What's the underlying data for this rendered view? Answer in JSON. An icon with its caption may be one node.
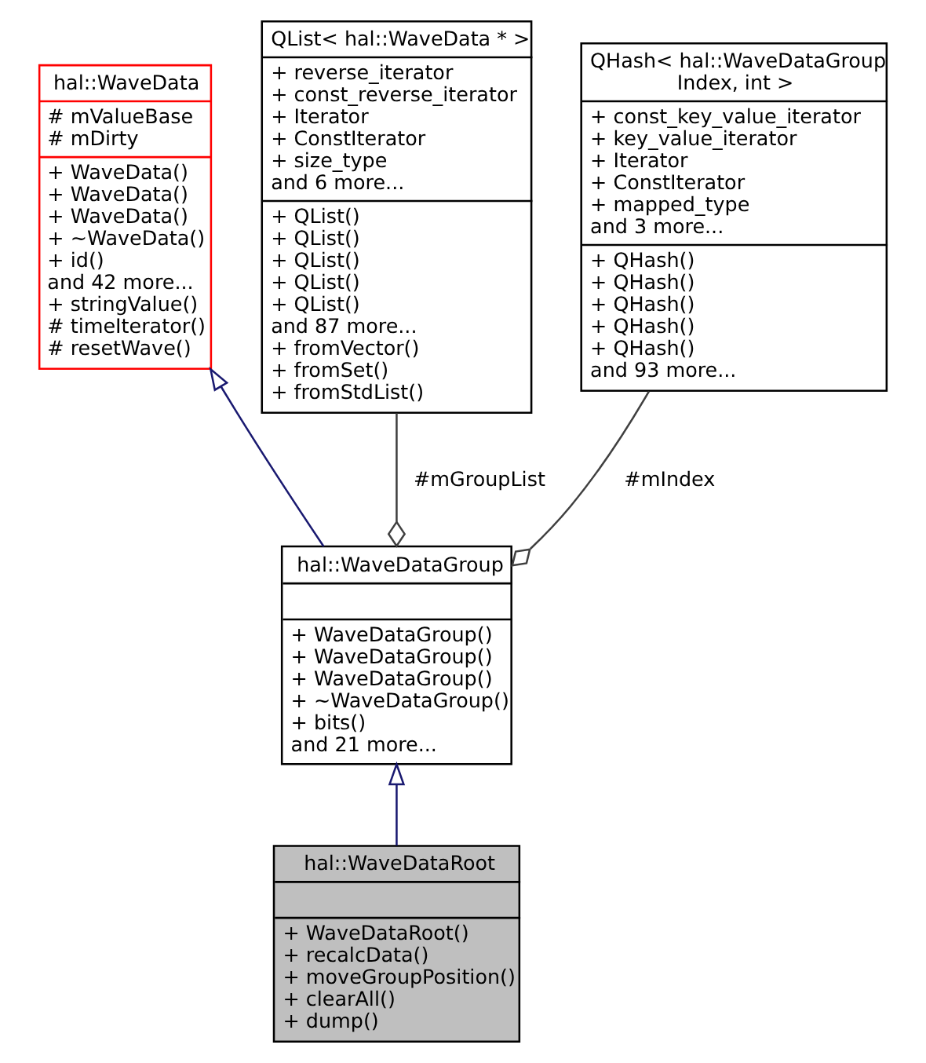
{
  "diagram": {
    "nodes": [
      {
        "text": [
          "hal::WaveData",
          "# mValueBase # mDirty",
          "+ WaveData() + WaveData() + WaveData() + ~WaveData() + id() and 42 more... + stringValue() # timeIterator() # resetWave()"
        ]
      },
      {
        "text": [
          "QList< hal::WaveData * >",
          "+ reverse_iterator + const_reverse_iterator + Iterator + ConstIterator + size_type and 6 more...",
          "+ QList() + QList() + QList() + QList() + QList() and 87 more... + fromVector() + fromSet() + fromStdList()"
        ]
      },
      {
        "text": [
          "QHash< hal::WaveDataGroup Index, int >",
          "+ const_key_value_iterator + key_value_iterator + Iterator + ConstIterator + mapped_type and 3 more...",
          "+ QHash() + QHash() + QHash() + QHash() + QHash() and 93 more..."
        ]
      },
      {
        "text": [
          "hal::WaveDataGroup",
          "+ WaveDataGroup() + WaveDataGroup() + WaveDataGroup() + ~WaveDataGroup() + bits() and 21 more..."
        ]
      },
      {
        "text": [
          "hal::WaveDataRoot",
          "+ WaveDataRoot() + recalcData() + moveGroupPosition() + clearAll() + dump()"
        ]
      }
    ],
    "edges": [
      {
        "from": 3,
        "to": 0,
        "arrow": "to",
        "color": "#191970"
      },
      {
        "from": 3,
        "to": 1,
        "arrow": "other",
        "label": "#mGroupList",
        "color": "#404040"
      },
      {
        "from": 3,
        "to": 2,
        "arrow": "other",
        "label": "#mIndex",
        "color": "#404040"
      },
      {
        "from": 4,
        "to": 3,
        "arrow": "to",
        "color": "#191970"
      }
    ]
  }
}
